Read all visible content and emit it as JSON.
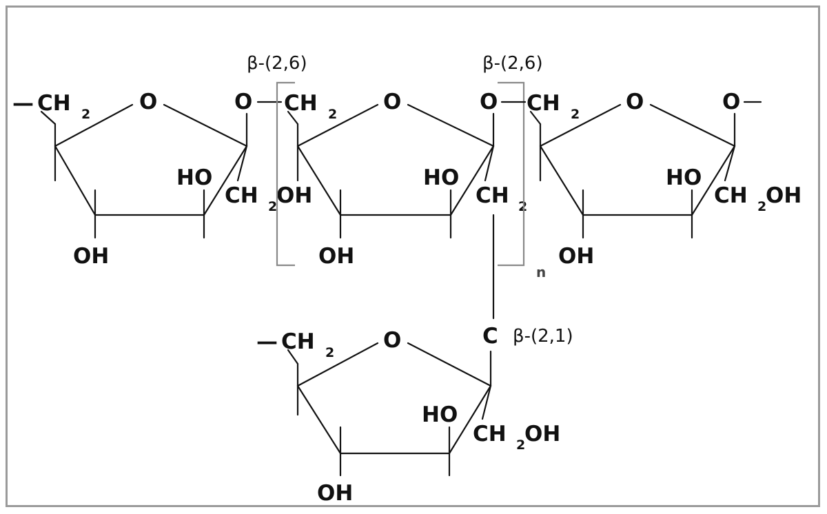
{
  "labels": {
    "ch2": "CH",
    "sub2": "2",
    "oxygen": "O",
    "ho": "HO",
    "oh": "OH",
    "ch2oh_a": "CH",
    "ch2oh_b": "OH",
    "carbon": "C",
    "dash": "—"
  },
  "linkages": {
    "first": "β-(2,6)",
    "second": "β-(2,6)",
    "branch": "β-(2,1)"
  },
  "repeat_label": "n"
}
